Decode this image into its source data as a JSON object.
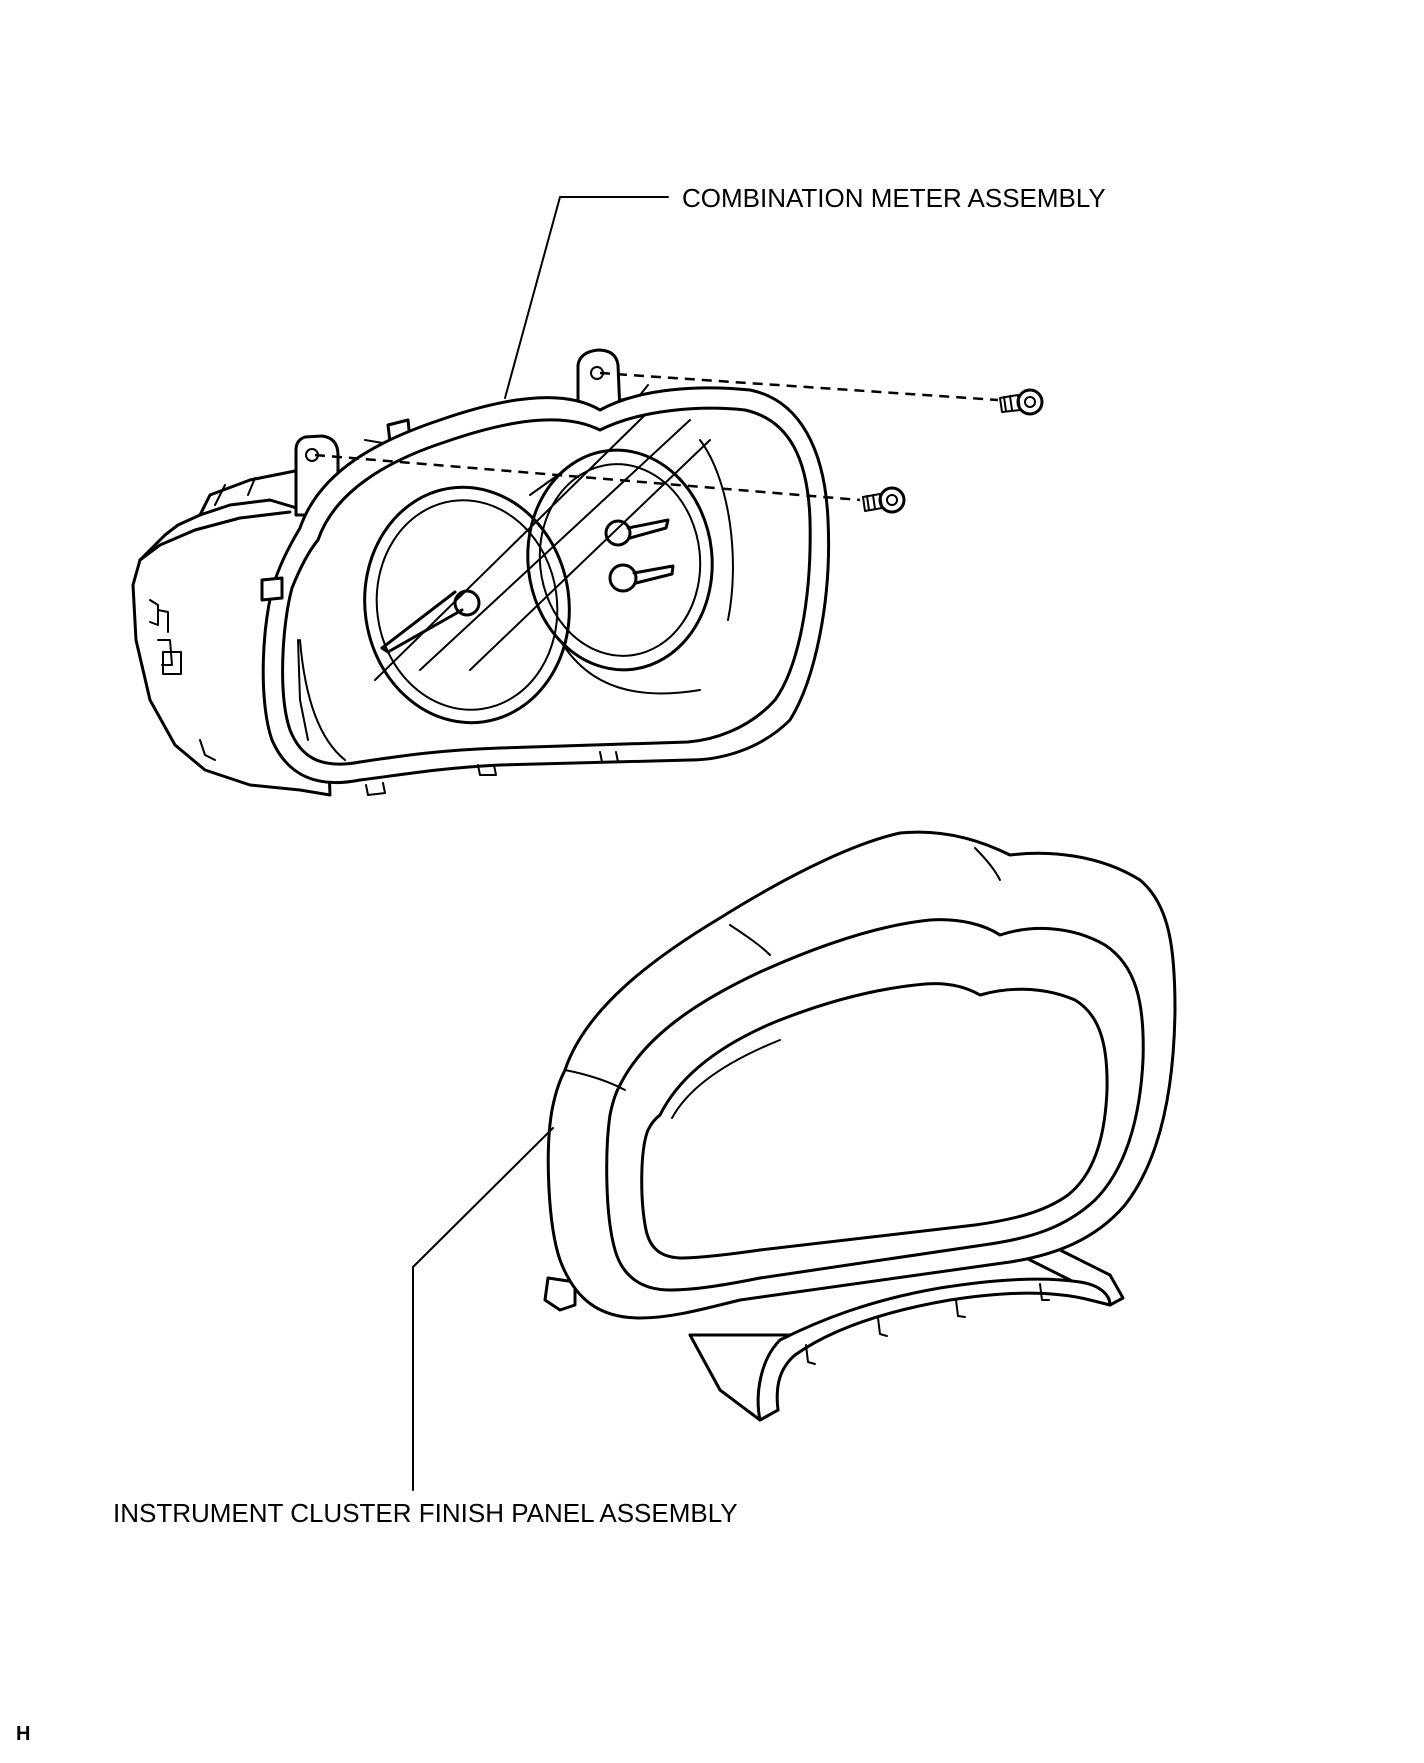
{
  "labels": {
    "combination_meter": "COMBINATION METER ASSEMBLY",
    "instrument_panel": "INSTRUMENT CLUSTER FINISH PANEL ASSEMBLY",
    "figure_code": "H"
  },
  "colors": {
    "background": "#ffffff",
    "line": "#000000"
  }
}
